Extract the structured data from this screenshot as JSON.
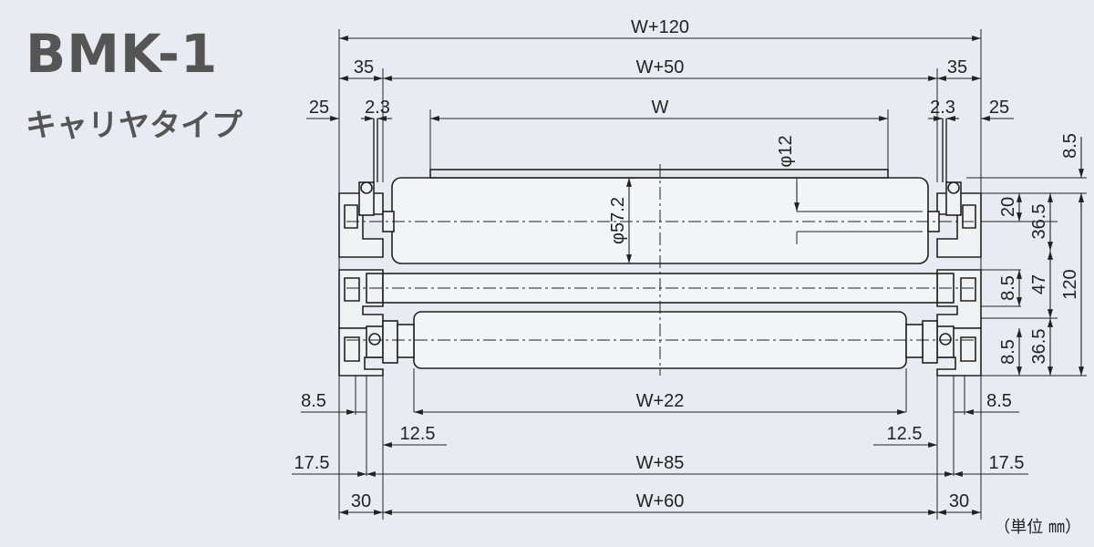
{
  "header": {
    "model": "BMK-1",
    "subtitle": "キャリヤタイプ"
  },
  "unit_note": "（単位 ㎜）",
  "dimensions": {
    "total_width": "W+120",
    "frame_inner_width": "W+50",
    "roller_width": "W",
    "left_35": "35",
    "right_35": "35",
    "left_25": "25",
    "right_25": "25",
    "left_2_3": "2.3",
    "right_2_3": "2.3",
    "shaft_dia": "φ12",
    "roller_dia": "φ57.2",
    "top_8_5": "8.5",
    "r_20": "20",
    "r_36_5_top": "36.5",
    "r_120": "120",
    "r_47": "47",
    "r_8_5_mid": "8.5",
    "r_36_5_bot": "36.5",
    "r_8_5_bot": "8.5",
    "return_roller_width": "W+22",
    "left_8_5": "8.5",
    "right_8_5": "8.5",
    "left_12_5": "12.5",
    "right_12_5": "12.5",
    "left_17_5": "17.5",
    "right_17_5": "17.5",
    "w85": "W+85",
    "left_30": "30",
    "right_30": "30",
    "w60": "W+60"
  },
  "colors": {
    "background": "#e8ecf2",
    "roller_fill": "#f3f4f6",
    "line": "#222222",
    "title": "#555555"
  }
}
